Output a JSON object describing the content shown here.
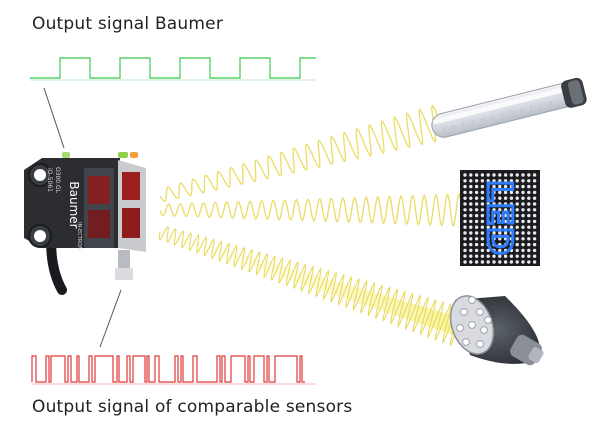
{
  "captions": {
    "top": "Output signal Baumer",
    "bottom": "Output signal of comparable sensors"
  },
  "sensor": {
    "brand": "Baumer",
    "model_text": "O300.GL",
    "code_text": "iO-5061",
    "label_small": "IN-ECTRON"
  },
  "led_panel": {
    "text": "LED"
  },
  "colors": {
    "good_signal": "#58d26a",
    "bad_signal": "#e03a3a",
    "wave": "#e6d64a",
    "beam": "#f4ee6a",
    "sensor_body": "#2b2d31",
    "led_color": "#2f7dff"
  },
  "icons": {
    "tube": "fluorescent-tube-icon",
    "matrix": "led-matrix-icon",
    "spot": "led-spotlight-icon"
  }
}
